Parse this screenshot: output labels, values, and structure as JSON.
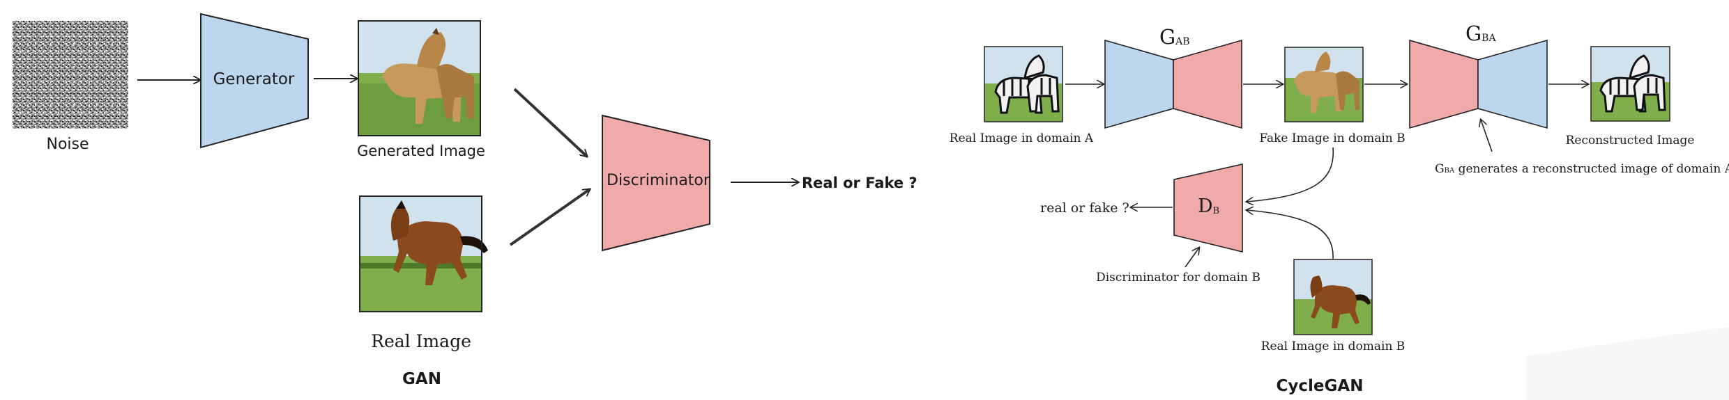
{
  "gan": {
    "noise_label": "Noise",
    "generator_label": "Generator",
    "generated_image_label": "Generated Image",
    "real_image_label": "Real Image",
    "discriminator_label": "Discriminator",
    "output_label": "Real or Fake ?",
    "title": "GAN"
  },
  "cyclegan": {
    "real_a_label": "Real Image in domain A",
    "g_ab_main": "G",
    "g_ab_sub": "AB",
    "fake_b_label": "Fake Image in domain B",
    "g_ba_main": "G",
    "g_ba_sub": "BA",
    "reconstructed_label": "Reconstructed Image",
    "g_ba_note_main": "G",
    "g_ba_note_sub": "BA",
    "g_ba_note_text": " generates a reconstructed image of domain A.",
    "d_b_main": "D",
    "d_b_sub": "B",
    "real_or_fake_label": "real or fake ?",
    "d_b_note": "Discriminator for domain B",
    "real_b_label": "Real Image in domain B",
    "title": "CycleGAN"
  },
  "colors": {
    "generator_fill": "#bcd6ee",
    "discriminator_fill": "#f0aaaa",
    "outline": "#222222",
    "grass": "#7fae4a",
    "sky": "#cfe2ee",
    "horse_brown": "#8a4a1e",
    "horse_tan": "#c79a5c"
  }
}
